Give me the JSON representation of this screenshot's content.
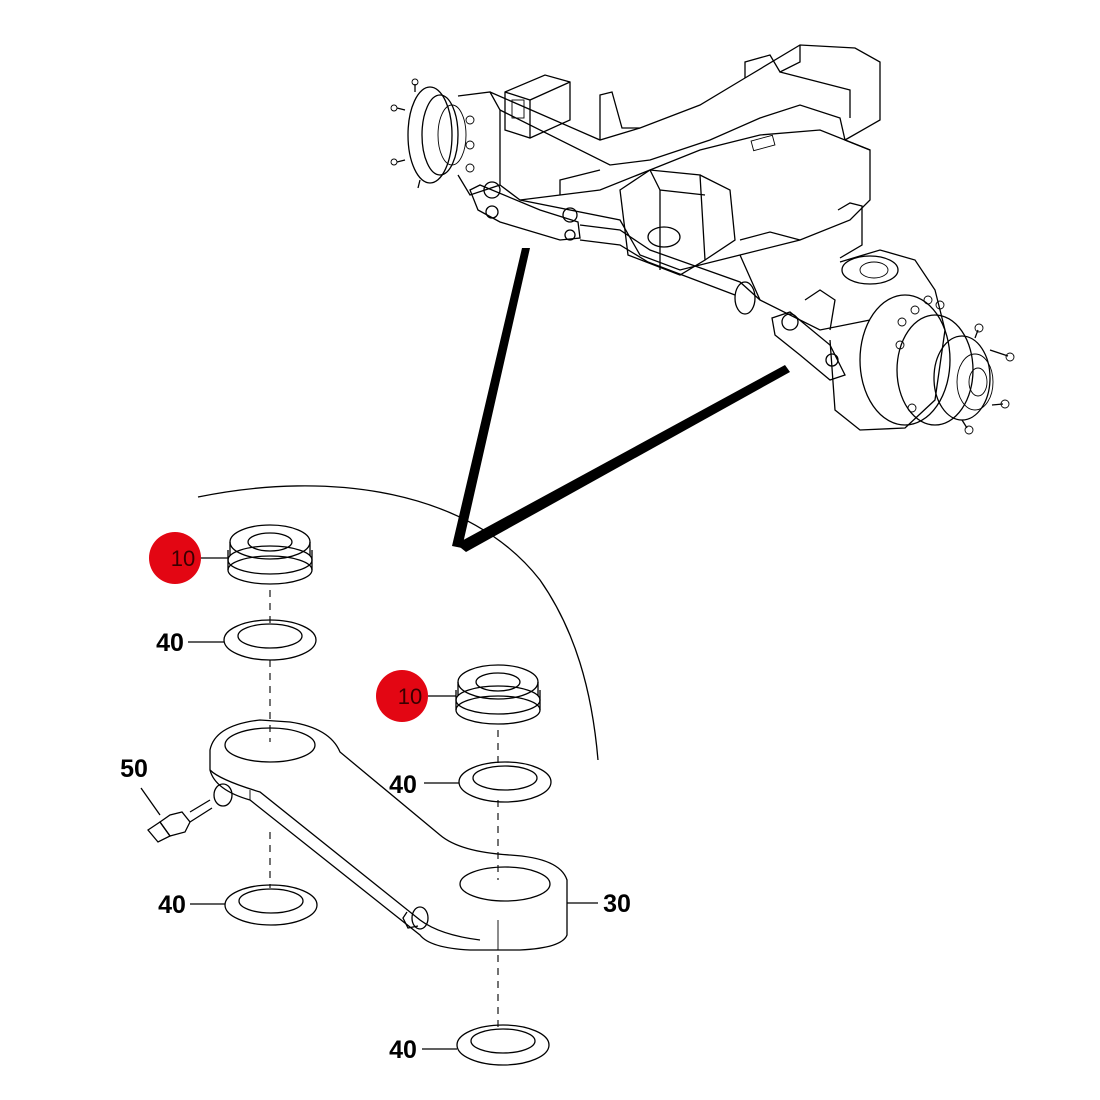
{
  "callouts": {
    "part10_upper": "10",
    "part10_lower": "10",
    "part40_a": "40",
    "part40_b": "40",
    "part40_c": "40",
    "part40_d": "40",
    "part50": "50",
    "part30": "30"
  },
  "colors": {
    "highlight": "#e30613",
    "line": "#000000",
    "background": "#ffffff"
  }
}
